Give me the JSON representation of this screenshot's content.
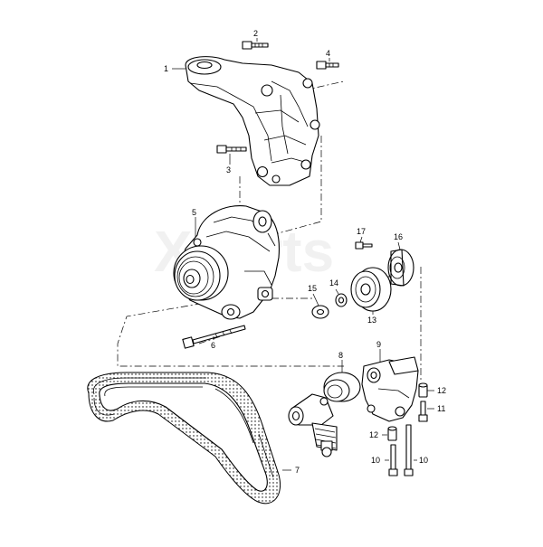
{
  "diagram": {
    "watermark": "Xparts",
    "callouts": [
      {
        "id": "c1",
        "num": "1"
      },
      {
        "id": "c2",
        "num": "2"
      },
      {
        "id": "c3",
        "num": "3"
      },
      {
        "id": "c4",
        "num": "4"
      },
      {
        "id": "c5",
        "num": "5"
      },
      {
        "id": "c6",
        "num": "6"
      },
      {
        "id": "c7",
        "num": "7"
      },
      {
        "id": "c8",
        "num": "8"
      },
      {
        "id": "c9",
        "num": "9"
      },
      {
        "id": "c10a",
        "num": "10"
      },
      {
        "id": "c10b",
        "num": "10"
      },
      {
        "id": "c11",
        "num": "11"
      },
      {
        "id": "c12a",
        "num": "12"
      },
      {
        "id": "c12b",
        "num": "12"
      },
      {
        "id": "c13",
        "num": "13"
      },
      {
        "id": "c14",
        "num": "14"
      },
      {
        "id": "c15",
        "num": "15"
      },
      {
        "id": "c16",
        "num": "16"
      },
      {
        "id": "c17",
        "num": "17"
      }
    ]
  }
}
